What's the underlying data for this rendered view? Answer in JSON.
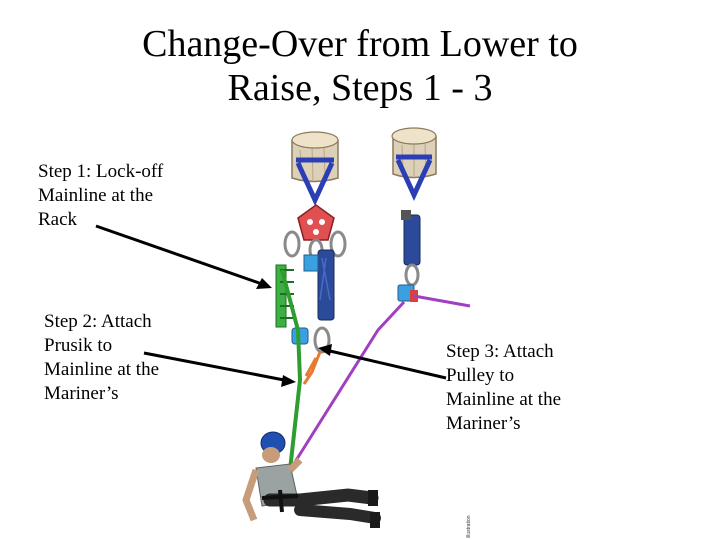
{
  "slide": {
    "title_line1": "Change-Over from Lower to",
    "title_line2": "Raise, Steps 1 - 3"
  },
  "labels": {
    "step1": [
      "Step 1: Lock-off",
      "Mainline at the",
      "Rack"
    ],
    "step2": [
      "Step 2: Attach",
      "Prusik to",
      "Mainline at the",
      "Mariner’s"
    ],
    "step3": [
      "Step 3: Attach",
      "Pulley to",
      "Mainline at the",
      "Mariner’s"
    ]
  },
  "colors": {
    "mainline": "#2e9e2e",
    "belayline": "#a040c0",
    "anchor_strap": "#2a3fb5",
    "sling": "#2b4a9a",
    "rack": "#d94040",
    "prusik": "#e87a30",
    "pulley": "#3aa0e0",
    "helmet": "#1f4fb0"
  }
}
